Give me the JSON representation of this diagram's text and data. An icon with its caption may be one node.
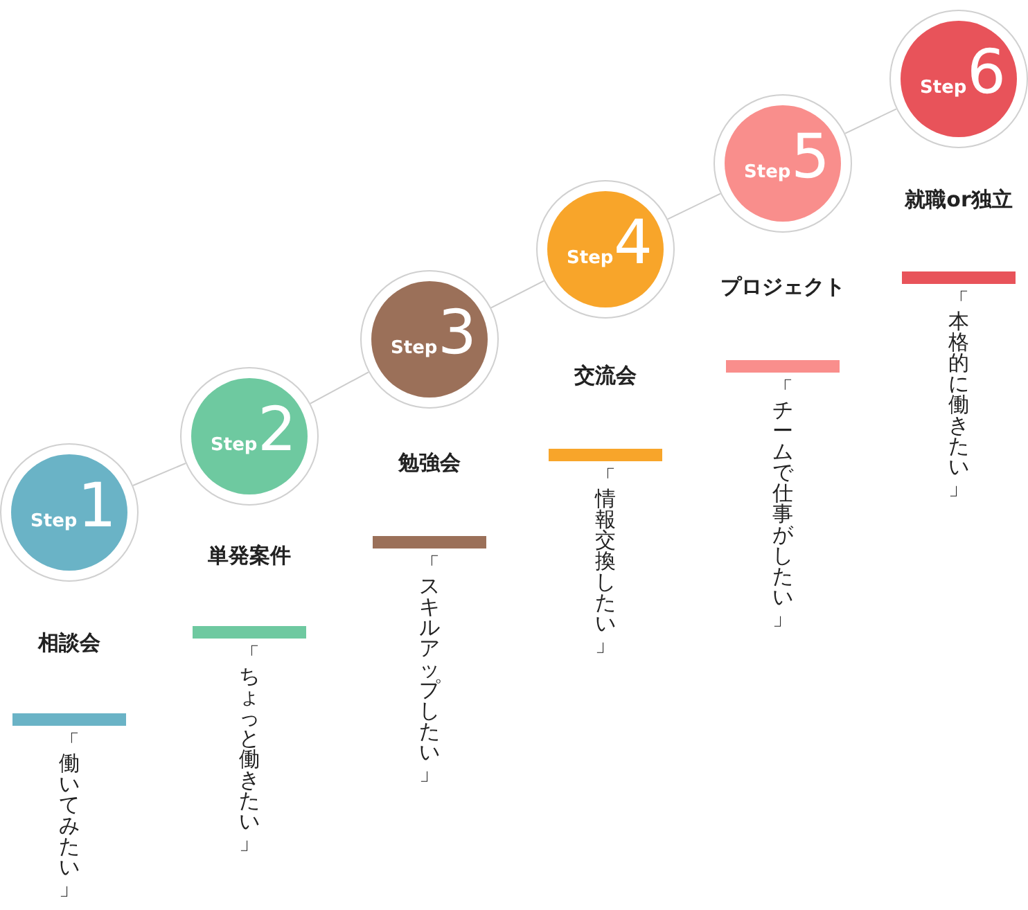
{
  "diagram": {
    "nodes": [
      {
        "text": [
          "Step",
          "1"
        ],
        "beside": [
          "相談会",
          "「働いてみたい」"
        ]
      },
      {
        "text": [
          "Step",
          "2"
        ],
        "beside": [
          "単発案件",
          "「ちょっと働きたい」"
        ]
      },
      {
        "text": [
          "Step",
          "3"
        ],
        "beside": [
          "勉強会",
          "「スキルアップしたい」"
        ]
      },
      {
        "text": [
          "Step",
          "4"
        ],
        "beside": [
          "交流会",
          "「情報交換したい」"
        ]
      },
      {
        "text": [
          "Step",
          "5"
        ],
        "beside": [
          "プロジェクト",
          "「チームで仕事がしたい」"
        ]
      },
      {
        "text": [
          "Step",
          "6"
        ],
        "beside": [
          "就職or独立",
          "「本格的に働きたい」"
        ]
      }
    ],
    "edges": [
      {
        "from": 0,
        "to": 1,
        "arrow": "none"
      },
      {
        "from": 1,
        "to": 2,
        "arrow": "none"
      },
      {
        "from": 2,
        "to": 3,
        "arrow": "none"
      },
      {
        "from": 3,
        "to": 4,
        "arrow": "none"
      },
      {
        "from": 4,
        "to": 5,
        "arrow": "none"
      }
    ]
  }
}
